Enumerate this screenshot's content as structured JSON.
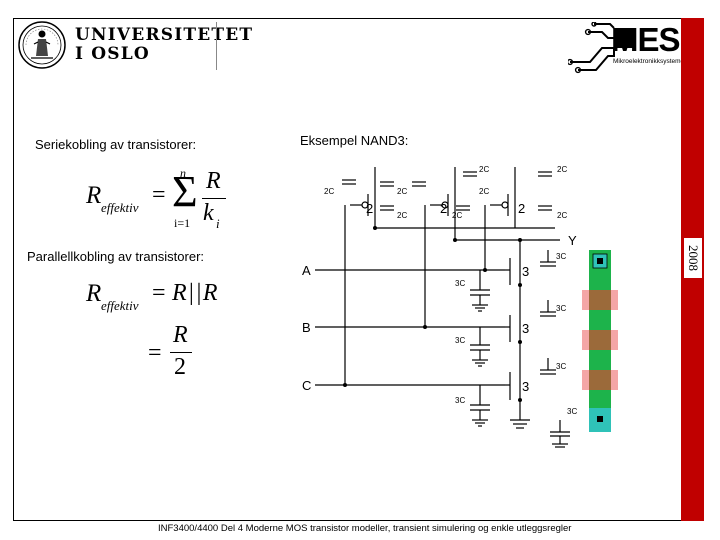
{
  "header": {
    "university_line1": "UNIVERSITETET",
    "university_line2": "I OSLO",
    "mes_logo_text": "MES",
    "mes_logo_subtitle": "Mikroelektronikksystemer",
    "year": "2008"
  },
  "series": {
    "heading": "Seriekobling av transistorer:",
    "formula": {
      "lhs_symbol": "R",
      "lhs_subscript": "effektiv",
      "sum_upper": "n",
      "sum_lower": "i=1",
      "numerator": "R",
      "denominator_symbol": "k",
      "denominator_subscript": "i"
    }
  },
  "parallel": {
    "heading": "Parallellkobling av transistorer:",
    "formula": {
      "lhs_symbol": "R",
      "lhs_subscript": "effektiv",
      "rhs": "R||R",
      "numerator": "R",
      "denominator": "2"
    }
  },
  "example": {
    "heading": "Eksempel NAND3:",
    "pmos_width": "2",
    "nmos_width": "3",
    "cap_pmos": "2C",
    "cap_nmos": "3C",
    "output_label": "Y",
    "inputs": [
      "A",
      "B",
      "C"
    ]
  },
  "footer": {
    "text": "INF3400/4400 Del 4 Moderne MOS transistor modeller, transient simulering og enkle utleggsregler"
  },
  "colors": {
    "year_bar": "#c00000",
    "layout_green": "#1db34b",
    "layout_brown": "#9b6a3a",
    "layout_pink": "#f4a6a6",
    "layout_teal": "#2fc2b8"
  }
}
